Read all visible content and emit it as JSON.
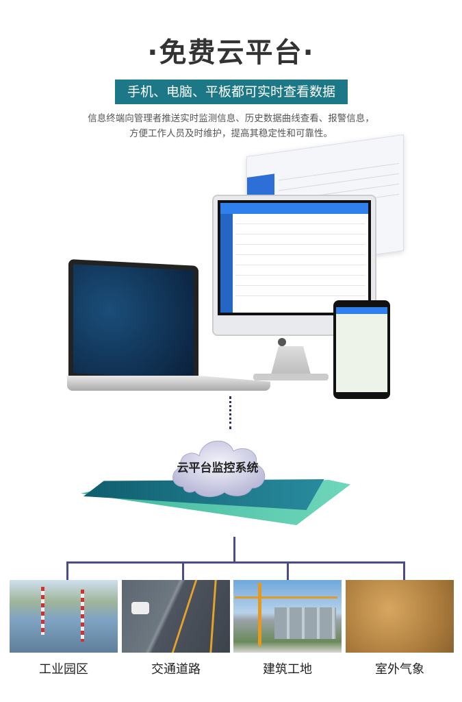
{
  "header": {
    "title": "·免费云平台·",
    "banner": "手机、电脑、平板都可实时查看数据",
    "desc_line1": "信息终端向管理者推送实时监测信息、历史数据曲线查看、报警信息，",
    "desc_line2": "方便工作人员及时维护，提高其稳定性和可靠性。"
  },
  "cloud": {
    "label": "云平台监控系统"
  },
  "scenarios": [
    {
      "label": "工业园区"
    },
    {
      "label": "交通道路"
    },
    {
      "label": "建筑工地"
    },
    {
      "label": "室外气象"
    }
  ],
  "colors": {
    "banner": "#1c7887",
    "accent": "#2f80ed",
    "tree_line": "#4a4b8a"
  }
}
